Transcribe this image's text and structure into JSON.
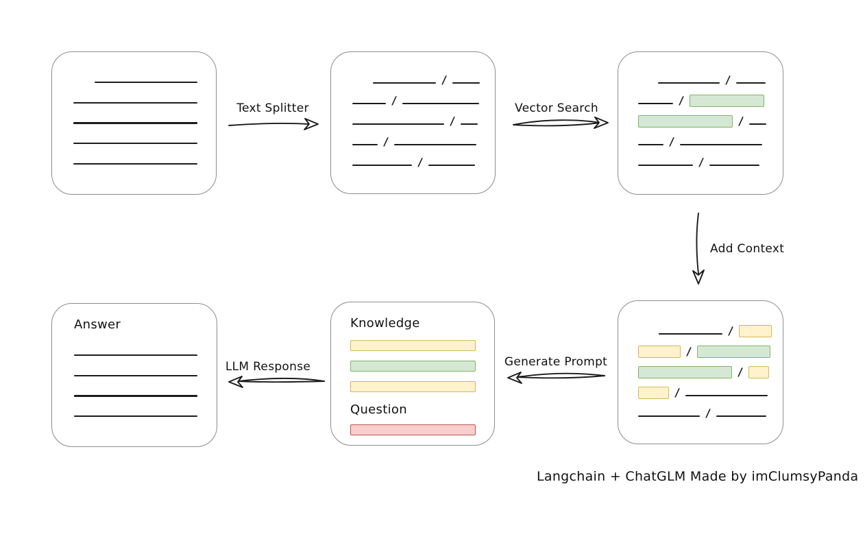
{
  "caption": "Langchain + ChatGLM Made by imClumsyPanda",
  "slash": "/",
  "colors": {
    "green_fill": "#d5e8d4",
    "green_stroke": "#82b366",
    "yellow_fill": "#fff2cc",
    "yellow_stroke": "#d6b656",
    "red_fill": "#f8cecc",
    "red_stroke": "#b85450",
    "box_border": "#8c8c8c",
    "ink": "#1b1b1b"
  },
  "arrows": {
    "text_splitter": {
      "label": "Text Splitter"
    },
    "vector_search": {
      "label": "Vector Search"
    },
    "add_context": {
      "label": "Add Context"
    },
    "generate_prompt": {
      "label": "Generate Prompt"
    },
    "llm_response": {
      "label": "LLM Response"
    }
  },
  "boxes": {
    "document": {
      "lines": [
        {
          "w": 150,
          "indent": 31
        },
        {
          "w": 181,
          "indent": 0
        },
        {
          "w": 181,
          "indent": 0
        },
        {
          "w": 181,
          "indent": 0
        },
        {
          "w": 181,
          "indent": 0
        }
      ]
    },
    "chunks": {
      "rows": [
        {
          "indent": 30,
          "segs": [
            [
              "line",
              92
            ],
            [
              "slash"
            ],
            [
              "line",
              40
            ]
          ]
        },
        {
          "indent": 0,
          "segs": [
            [
              "line",
              49
            ],
            [
              "slash"
            ],
            [
              "line",
              112
            ]
          ]
        },
        {
          "indent": 0,
          "segs": [
            [
              "line",
              134
            ],
            [
              "slash"
            ],
            [
              "line",
              25
            ]
          ]
        },
        {
          "indent": 0,
          "segs": [
            [
              "line",
              37
            ],
            [
              "slash"
            ],
            [
              "line",
              120
            ]
          ]
        },
        {
          "indent": 0,
          "segs": [
            [
              "line",
              87
            ],
            [
              "slash"
            ],
            [
              "line",
              68
            ]
          ]
        }
      ]
    },
    "retrieved": {
      "rows": [
        {
          "indent": 29,
          "segs": [
            [
              "line",
              90
            ],
            [
              "slash"
            ],
            [
              "line",
              43
            ]
          ]
        },
        {
          "indent": 0,
          "segs": [
            [
              "line",
              51
            ],
            [
              "slash"
            ],
            [
              "green",
              109
            ]
          ]
        },
        {
          "indent": 0,
          "segs": [
            [
              "green",
              138
            ],
            [
              "slash"
            ],
            [
              "line",
              25
            ]
          ]
        },
        {
          "indent": 0,
          "segs": [
            [
              "line",
              37
            ],
            [
              "slash"
            ],
            [
              "line",
              120
            ]
          ]
        },
        {
          "indent": 0,
          "segs": [
            [
              "line",
              80
            ],
            [
              "slash"
            ],
            [
              "line",
              73
            ]
          ]
        }
      ]
    },
    "context": {
      "rows": [
        {
          "indent": 30,
          "segs": [
            [
              "line",
              93
            ],
            [
              "slash"
            ],
            [
              "yellow",
              48
            ]
          ]
        },
        {
          "indent": 0,
          "segs": [
            [
              "yellow",
              62
            ],
            [
              "slash"
            ],
            [
              "green",
              107
            ]
          ]
        },
        {
          "indent": 0,
          "segs": [
            [
              "green",
              137
            ],
            [
              "slash"
            ],
            [
              "yellow",
              30
            ]
          ]
        },
        {
          "indent": 0,
          "segs": [
            [
              "yellow",
              45
            ],
            [
              "slash"
            ],
            [
              "line",
              120
            ]
          ]
        },
        {
          "indent": 0,
          "segs": [
            [
              "line",
              90
            ],
            [
              "slash"
            ],
            [
              "line",
              73
            ]
          ]
        }
      ]
    },
    "prompt": {
      "knowledge_label": "Knowledge",
      "knowledge_bars": [
        "yellow",
        "green",
        "yellow"
      ],
      "question_label": "Question",
      "question_bars": [
        "red"
      ]
    },
    "answer": {
      "label": "Answer",
      "lines": [
        {
          "w": 180,
          "indent": 0
        },
        {
          "w": 180,
          "indent": 0
        },
        {
          "w": 180,
          "indent": 0
        },
        {
          "w": 180,
          "indent": 0
        }
      ]
    }
  }
}
